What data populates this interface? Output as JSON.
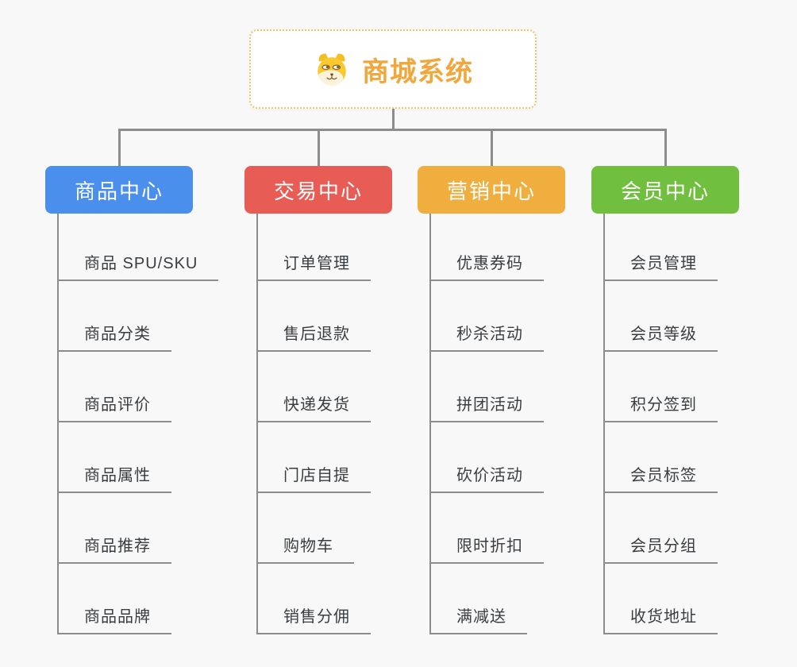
{
  "root": {
    "title": "商城系统",
    "icon": "doge-icon",
    "title_color": "#f0a83e",
    "border_color": "#f2c26b"
  },
  "connector_color": "#8c8c8c",
  "background_color": "#f8f8f8",
  "item_text_color": "#3a3d40",
  "branches": [
    {
      "key": "products",
      "label": "商品中心",
      "color": "#4a8fec",
      "items": [
        "商品 SPU/SKU",
        "商品分类",
        "商品评价",
        "商品属性",
        "商品推荐",
        "商品品牌"
      ]
    },
    {
      "key": "trade",
      "label": "交易中心",
      "color": "#e75c54",
      "items": [
        "订单管理",
        "售后退款",
        "快递发货",
        "门店自提",
        "购物车",
        "销售分佣"
      ]
    },
    {
      "key": "marketing",
      "label": "营销中心",
      "color": "#efae3d",
      "items": [
        "优惠券码",
        "秒杀活动",
        "拼团活动",
        "砍价活动",
        "限时折扣",
        "满减送"
      ]
    },
    {
      "key": "members",
      "label": "会员中心",
      "color": "#71bf3f",
      "items": [
        "会员管理",
        "会员等级",
        "积分签到",
        "会员标签",
        "会员分组",
        "收货地址"
      ]
    }
  ]
}
